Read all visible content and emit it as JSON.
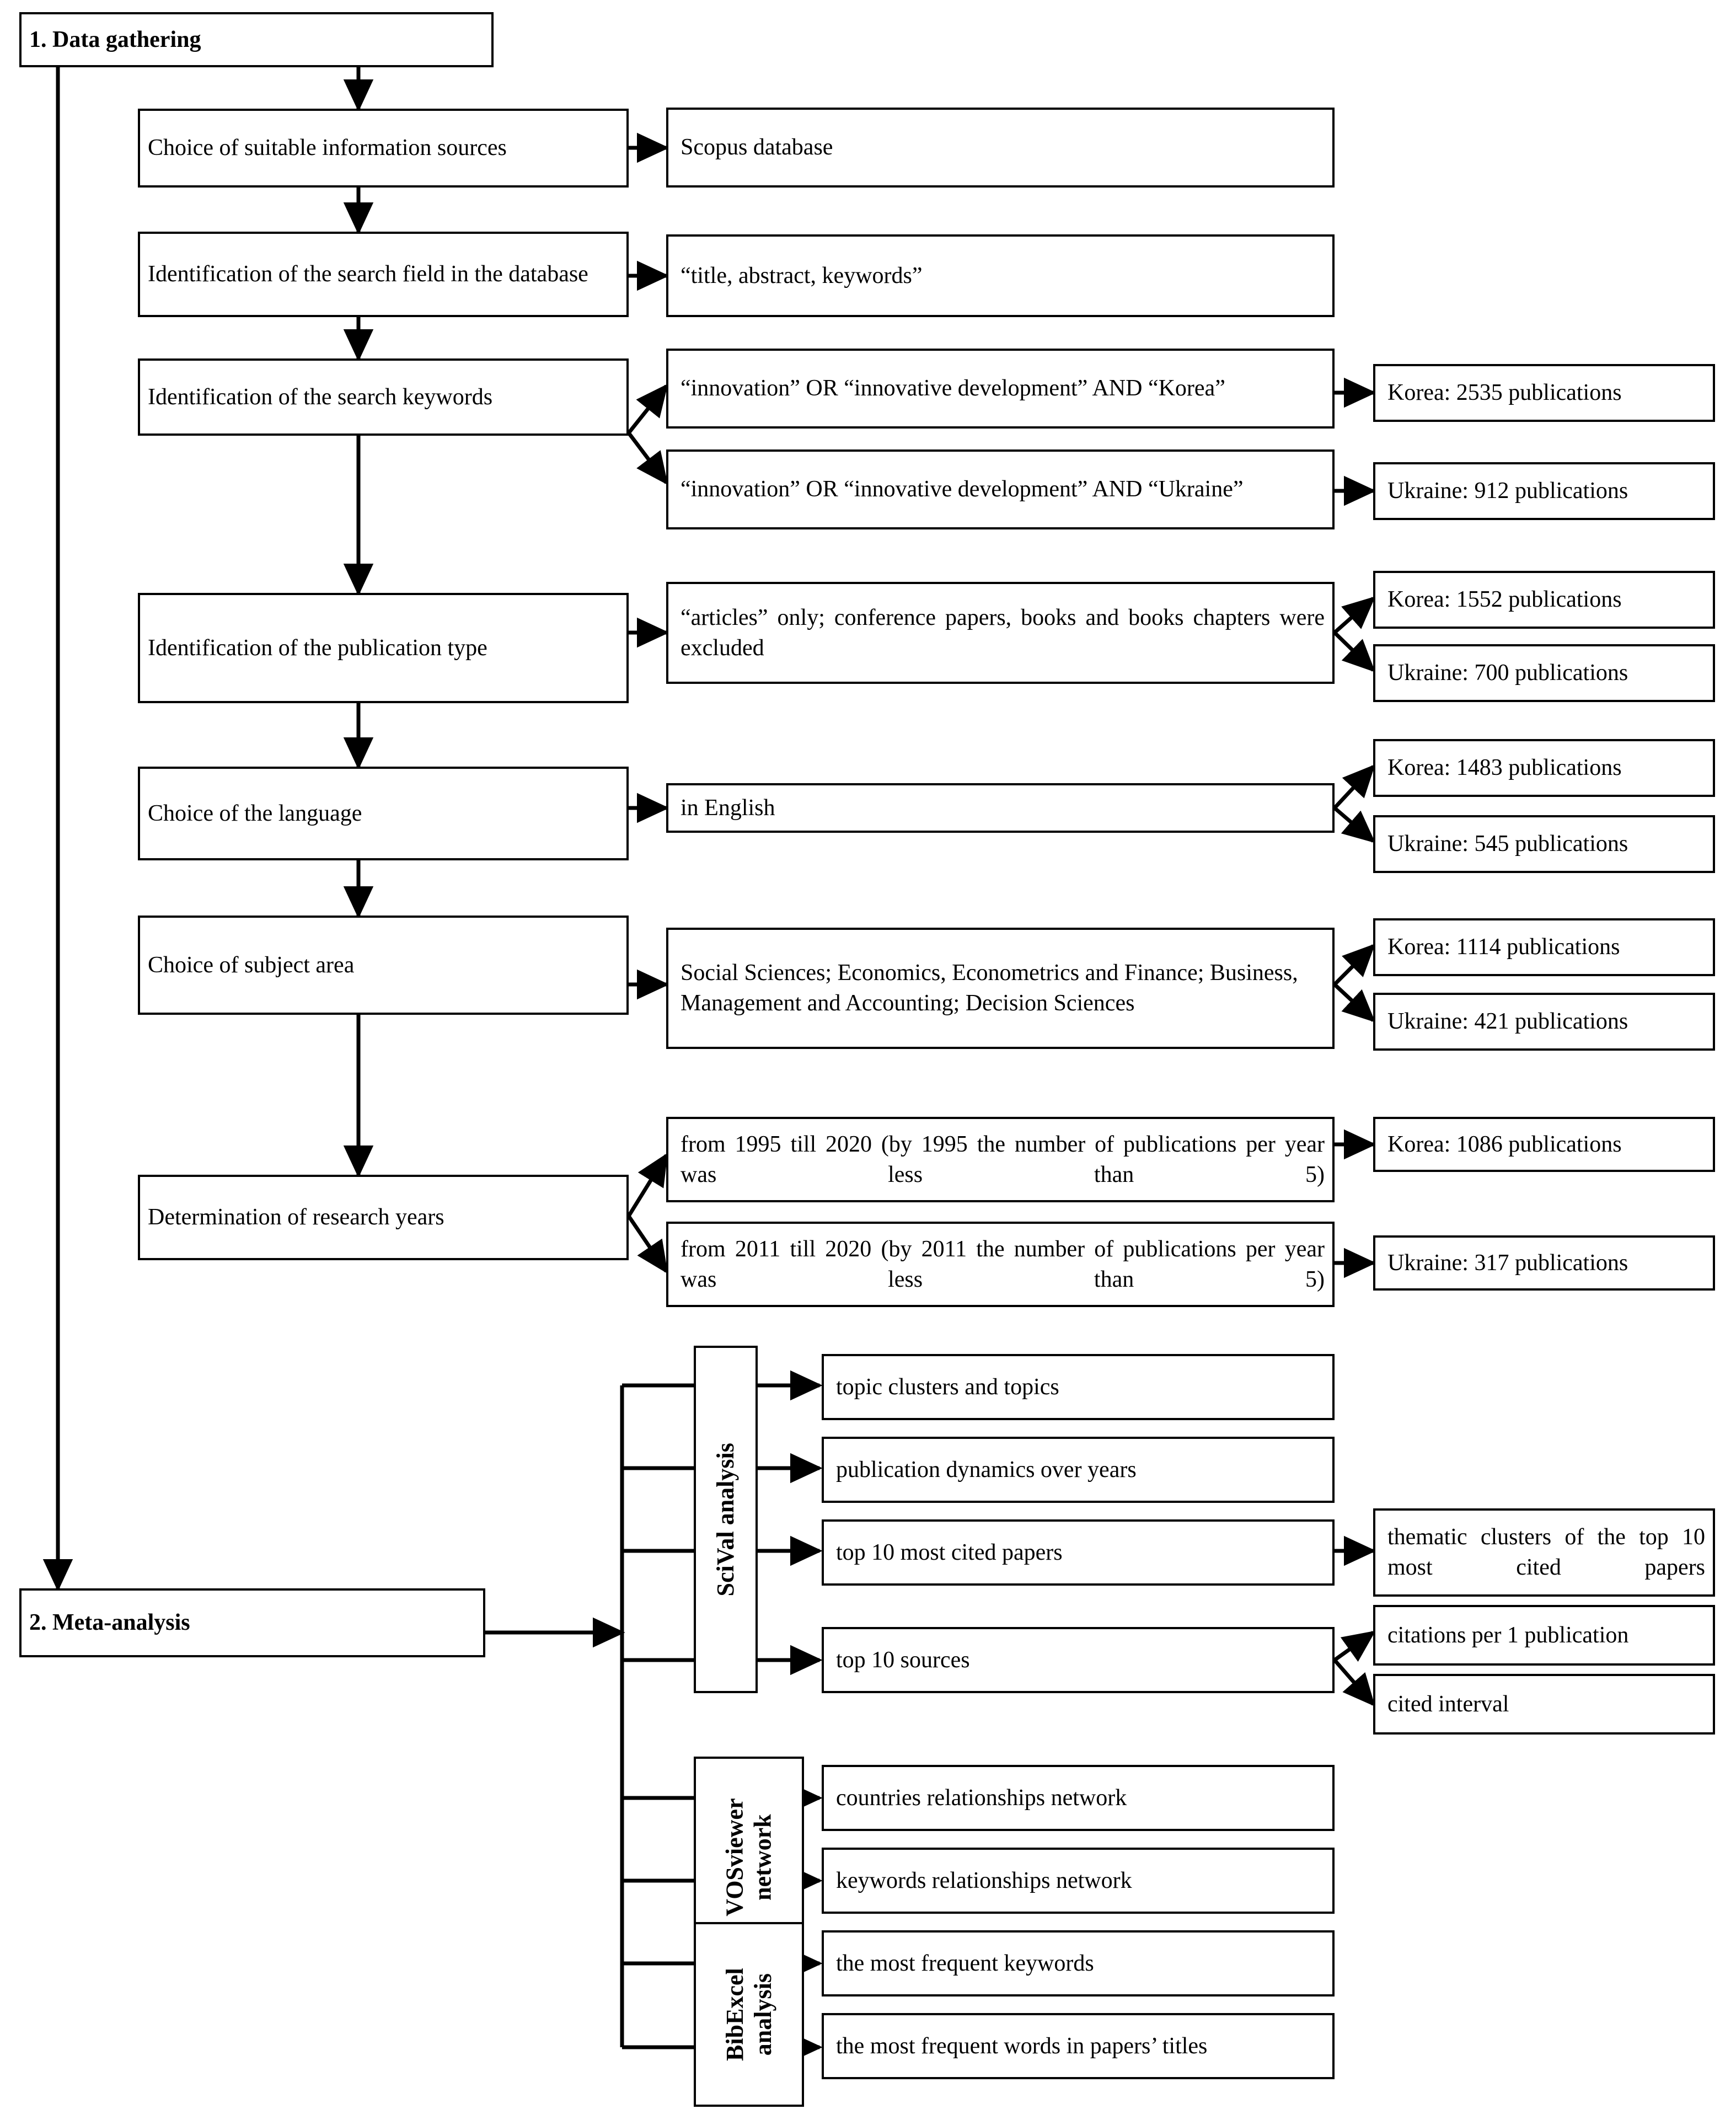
{
  "diagram": {
    "title": "Research methodology flowchart: data gathering and meta-analysis",
    "stages": [
      {
        "id": "data-gathering",
        "label": "1. Data gathering"
      },
      {
        "id": "meta-analysis",
        "label": "2. Meta-analysis"
      }
    ],
    "data_gathering_steps": [
      {
        "id": "sources",
        "label": "Choice of suitable information sources",
        "detail": [
          "Scopus database"
        ],
        "results": []
      },
      {
        "id": "search-field",
        "label": "Identification of the search field in the database",
        "detail": [
          "“title, abstract, keywords”"
        ],
        "results": []
      },
      {
        "id": "search-keywords",
        "label": "Identification of the search keywords",
        "detail": [
          "“innovation” OR “innovative development” AND “Korea”",
          "“innovation” OR “innovative development” AND “Ukraine”"
        ],
        "results": [
          "Korea: 2535 publications",
          "Ukraine: 912 publications"
        ]
      },
      {
        "id": "publication-type",
        "label": "Identification of the publication type",
        "detail": [
          "“articles” only; conference papers, books and books chapters were excluded"
        ],
        "results": [
          "Korea: 1552 publications",
          "Ukraine: 700 publications"
        ]
      },
      {
        "id": "language",
        "label": "Choice of the language",
        "detail": [
          "in English"
        ],
        "results": [
          "Korea: 1483 publications",
          "Ukraine: 545 publications"
        ]
      },
      {
        "id": "subject-area",
        "label": "Choice of subject area",
        "detail": [
          "Social Sciences; Economics, Econometrics and Finance; Business, Management and Accounting; Decision Sciences"
        ],
        "results": [
          "Korea: 1114 publications",
          "Ukraine: 421 publications"
        ]
      },
      {
        "id": "research-years",
        "label": "Determination of research years",
        "detail": [
          "from 1995 till 2020 (by 1995 the number of publications per year was less than 5)",
          "from 2011 till 2020 (by 2011 the number of publications per year was less than 5)"
        ],
        "results": [
          "Korea: 1086 publications",
          "Ukraine: 317 publications"
        ]
      }
    ],
    "meta_analysis_tools": [
      {
        "id": "scival",
        "name": "SciVal analysis",
        "outputs": [
          {
            "label": "topic clusters and topics",
            "sub": []
          },
          {
            "label": "publication dynamics over years",
            "sub": []
          },
          {
            "label": "top 10 most cited papers",
            "sub": [
              "thematic clusters of the top 10 most cited papers"
            ]
          },
          {
            "label": "top 10 sources",
            "sub": [
              "citations per 1 publication",
              "cited interval"
            ]
          }
        ]
      },
      {
        "id": "vosviewer",
        "name": "VOSviewer network",
        "name_line1": "VOSviewer",
        "name_line2": "network",
        "outputs": [
          {
            "label": "countries relationships network",
            "sub": []
          },
          {
            "label": "keywords relationships network",
            "sub": []
          }
        ]
      },
      {
        "id": "bibexcel",
        "name": "BibExcel analysis",
        "name_line1": "BibExcel",
        "name_line2": "analysis",
        "outputs": [
          {
            "label": "the most frequent keywords",
            "sub": []
          },
          {
            "label": "the most frequent words in papers’ titles",
            "sub": []
          }
        ]
      }
    ],
    "colors": {
      "line": "#000000",
      "box_border": "#000000",
      "background": "#ffffff",
      "text": "#000000"
    }
  }
}
